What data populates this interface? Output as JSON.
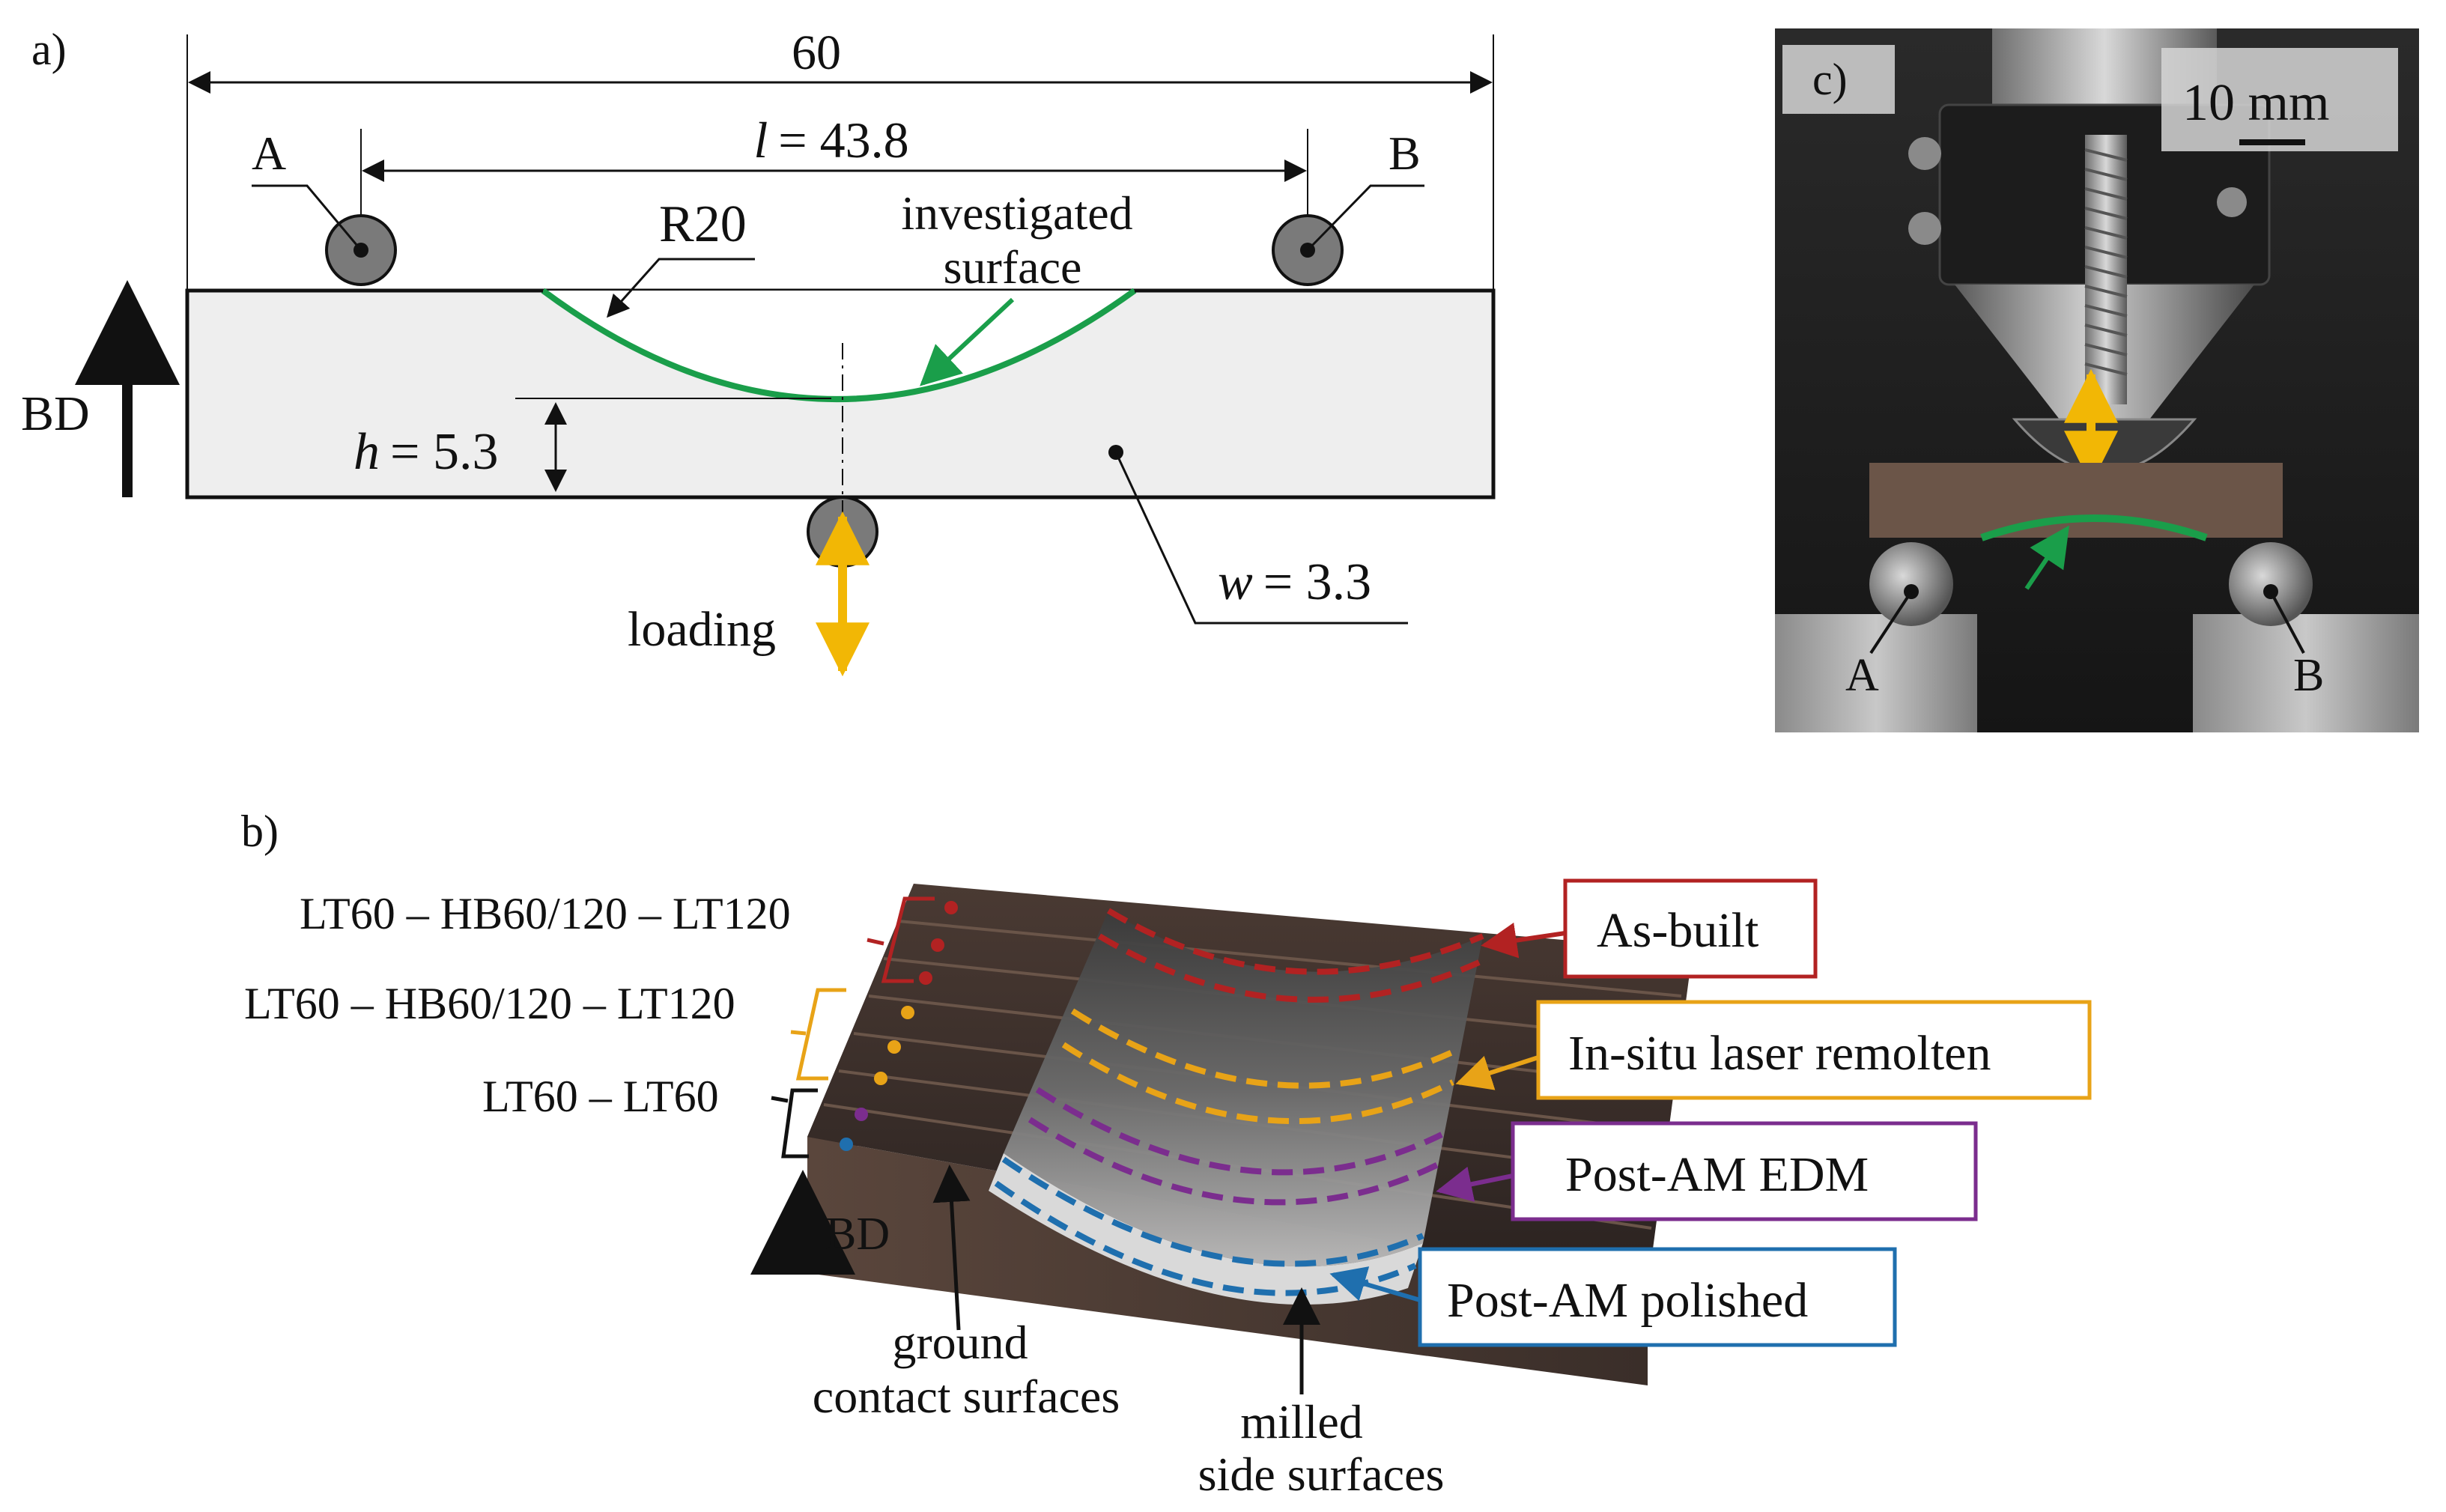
{
  "panel_a": {
    "label": "a)",
    "dim_total": "60",
    "dim_span_var": "l",
    "dim_span_value": "= 43.8",
    "support_left": "A",
    "support_right": "B",
    "radius": "R20",
    "surface_line1": "investigated",
    "surface_line2": "surface",
    "build_dir": "BD",
    "height_var": "h",
    "height_value": "= 5.3",
    "width_var": "w",
    "width_value": "= 3.3",
    "loading": "loading"
  },
  "panel_b": {
    "label": "b)",
    "group1": "LT60 – HB60/120 – LT120",
    "group2": "LT60 – HB60/120 – LT120",
    "group3": "LT60 – LT60",
    "build_dir": "BD",
    "ground_line1": "ground",
    "ground_line2": "contact surfaces",
    "milled_line1": "milled",
    "milled_line2": "side surfaces",
    "callouts": [
      {
        "label": "As-built",
        "color": "#b22222"
      },
      {
        "label": "In-situ laser remolten",
        "color": "#e8a317"
      },
      {
        "label": "Post-AM EDM",
        "color": "#7b2d8e"
      },
      {
        "label": "Post-AM polished",
        "color": "#1f6fae"
      }
    ]
  },
  "panel_c": {
    "label": "c)",
    "scale_bar": "10 mm",
    "support_left": "A",
    "support_right": "B"
  },
  "colors": {
    "surface_green": "#1a9e4a",
    "loading_yellow": "#f2b705",
    "roller_grey": "#7a7a7a",
    "specimen_fill": "#eeeeee"
  }
}
